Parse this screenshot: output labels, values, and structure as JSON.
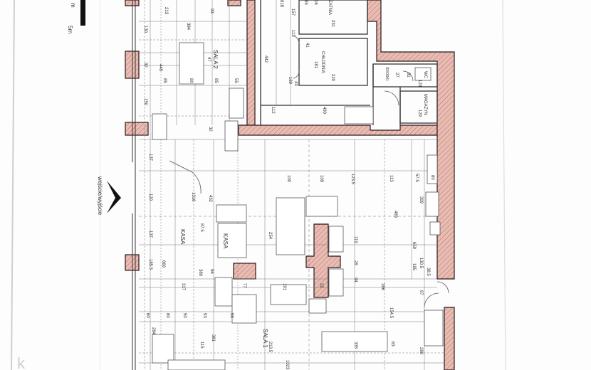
{
  "scale": {
    "unit": "m",
    "length_label": "5m"
  },
  "rooms": {
    "sala2": "SALA 2",
    "sala2_num": "47",
    "sala1": "SALA 1",
    "kasa_a": "KASA",
    "kasa_b": "KASA",
    "chlodnia": "CHŁODNIA",
    "zatnia": "ZATNIA",
    "wc": "WC",
    "magazyn": "MAGAZYN",
    "srodki": "ŚRODKI"
  },
  "entrance": {
    "label": "wejście/wyjście"
  },
  "dimensions": {
    "d213": "213",
    "d93": "93",
    "d384": "384",
    "d130": "130",
    "d449": "449",
    "d92": "92",
    "d85a": "85",
    "d80": "80",
    "d85b": "85",
    "d55": "55",
    "d150": "150",
    "d32": "32",
    "d137a": "137",
    "d1316": "1316",
    "d432": "432",
    "d120": "120",
    "d87_5": "87.5",
    "d137b": "137",
    "d185_5": "185.5",
    "d669": "669",
    "d380": "380",
    "d56": "56",
    "d317": "317",
    "d77": "77",
    "d191": "191",
    "d32b": "32",
    "d386": "386",
    "d60a": "60",
    "d80b": "80",
    "d50": "50",
    "d93b": "93",
    "d98": "98",
    "d284": "284",
    "d381": "381",
    "d115": "115",
    "d213_5": "213.5",
    "d1023": "1023",
    "d335": "335",
    "d154_5": "154.5",
    "d63": "63",
    "d280": "280",
    "d185": "185",
    "d100": "100",
    "d109": "109",
    "d123_5": "123.5",
    "d113": "113",
    "d57_5": "57.5",
    "d80c": "80",
    "d485": "485",
    "d254": "254",
    "d119": "119",
    "d94": "94",
    "d28": "28",
    "d659": "659",
    "d130_5": "130.5",
    "d38_5": "38.5",
    "d97": "97",
    "d442": "442",
    "d490": "490",
    "d112": "112",
    "d220": "220",
    "d181": "181",
    "d41": "41",
    "d43": "43",
    "d113b": "113",
    "d231": "231",
    "d157": "157",
    "d818": "818",
    "d95": "95",
    "d16": "16",
    "d129a": "129",
    "d129b": "129",
    "d81": "81",
    "d27": "27",
    "d189": "189",
    "d309": "309"
  },
  "colors": {
    "wall_fill": "#e8b8b0",
    "wall_stroke": "#2a1a1a",
    "line": "#555555"
  },
  "watermark": "k"
}
